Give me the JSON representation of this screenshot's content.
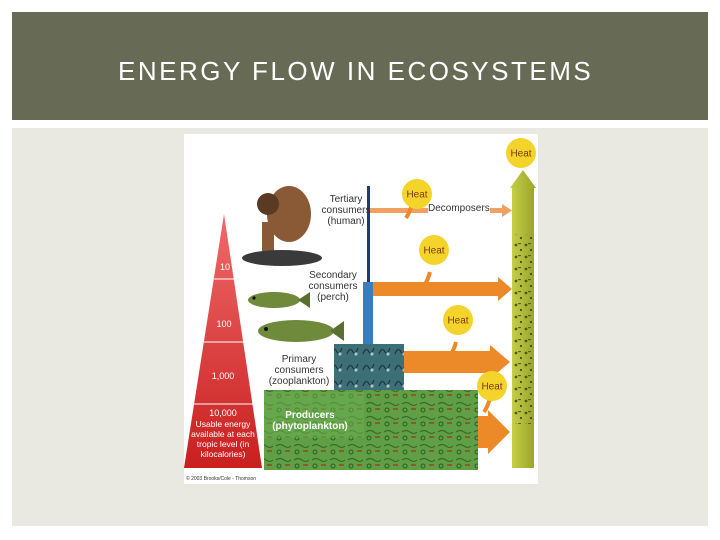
{
  "slide": {
    "title": "ENERGY FLOW IN ECOSYSTEMS"
  },
  "diagram": {
    "energy_levels": [
      "10",
      "100",
      "1,000",
      "10,000"
    ],
    "usable_energy_note": "Usable energy available at each tropic level (in kilocalories)",
    "levels": {
      "tertiary": "Tertiary consumers (human)",
      "secondary": "Secondary consumers (perch)",
      "primary": "Primary consumers (zooplankton)",
      "producers": "Producers (phytoplankton)"
    },
    "decomposers": "Decomposers",
    "heat": "Heat",
    "copyright": "© 2003 Brooks/Cole - Thomson"
  },
  "colors": {
    "title_bar": "#676b55",
    "panel": "#eae9e1",
    "pyramid_red": "#d92b2b",
    "arrow_orange": "#ec8a2a",
    "heat_yellow": "#f4d42a",
    "decomposer_bar": "#b9c23a",
    "producers_green": "#5fa046",
    "zooplankton_teal": "#3d6f78"
  }
}
